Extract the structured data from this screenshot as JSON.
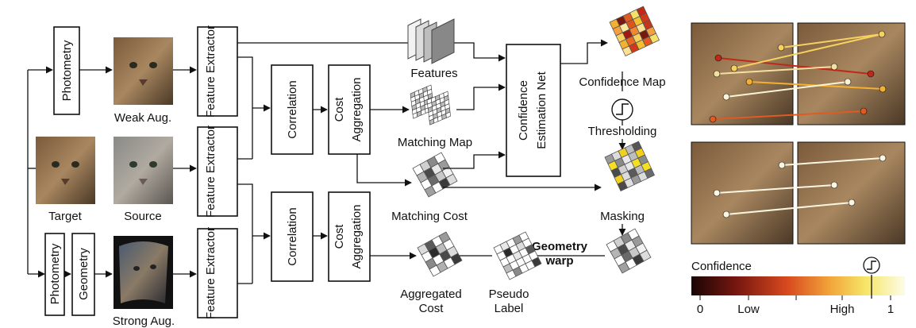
{
  "blocks": {
    "photometry_top": "Photometry",
    "photometry_bottom": "Photometry",
    "geometry": "Geometry",
    "feature_extractor": "Feature Extractor",
    "correlation": "Correlation",
    "cost_aggregation": "Cost Aggregation",
    "confidence_net": "Confidence Estimation Net"
  },
  "labels": {
    "weak_aug": "Weak Aug.",
    "strong_aug": "Strong Aug.",
    "target": "Target",
    "source": "Source",
    "features": "Features",
    "matching_map": "Matching Map",
    "matching_cost": "Matching Cost",
    "confidence_map": "Confidence Map",
    "thresholding": "Thresholding",
    "masking": "Masking",
    "geometry_warp_1": "Geometry",
    "geometry_warp_2": "warp",
    "pseudo_label_1": "Pseudo",
    "pseudo_label_2": "Label",
    "aggregated_cost_1": "Aggregated",
    "aggregated_cost_2": "Cost"
  },
  "colorbar": {
    "title": "Confidence",
    "ticks": [
      "0",
      "Low",
      "High",
      "1"
    ],
    "colors": [
      "#1a0505",
      "#7a1810",
      "#d84a1e",
      "#f2a53a",
      "#f6e76a",
      "#fdfbe8"
    ]
  }
}
